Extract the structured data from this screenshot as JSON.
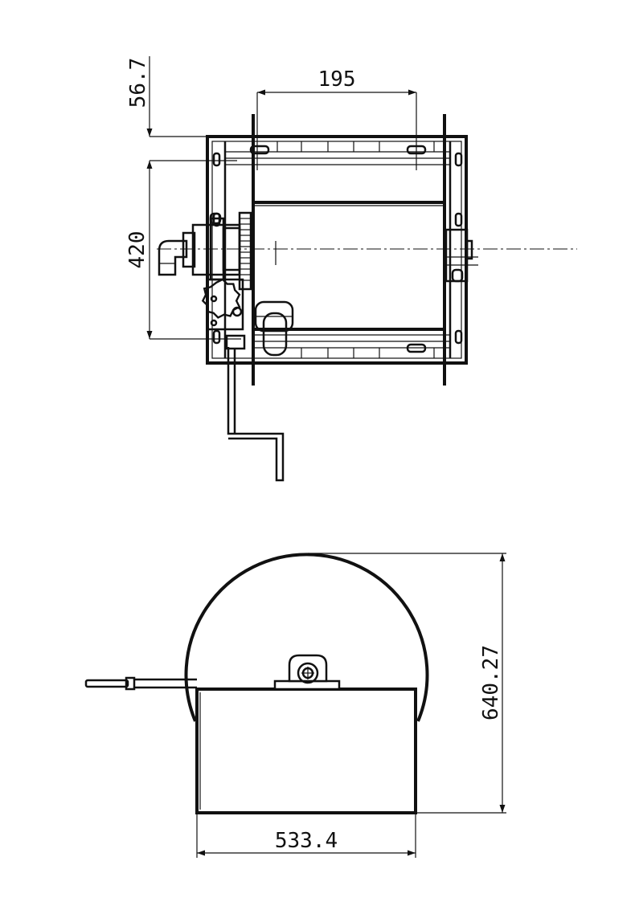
{
  "colors": {
    "ink": "#111111",
    "paper": "#ffffff"
  },
  "dimensions": {
    "top_offset": "56.7",
    "drum_spacing": "195",
    "frame_height": "420",
    "reel_height": "640.27",
    "base_width": "533.4"
  }
}
